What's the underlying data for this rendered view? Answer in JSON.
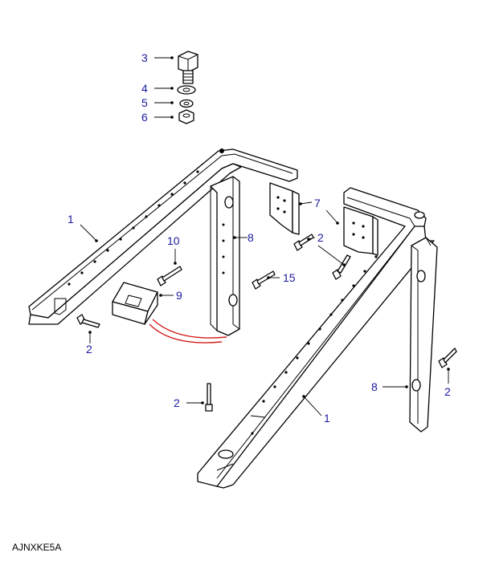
{
  "diagram_ref": "AJNXKE5A",
  "callouts": {
    "c3": "3",
    "c4": "4",
    "c5": "5",
    "c6": "6",
    "c1_left": "1",
    "c1_right": "1",
    "c7": "7",
    "c8_center": "8",
    "c8_right": "8",
    "c10": "10",
    "c9": "9",
    "c15": "15",
    "c2_right_upper": "2",
    "c2_left_lower": "2",
    "c2_center": "2",
    "c2_far_right": "2"
  },
  "colors": {
    "callout": "#1a1a9e",
    "highlight_line": "#d51d1d",
    "line": "#000000"
  }
}
